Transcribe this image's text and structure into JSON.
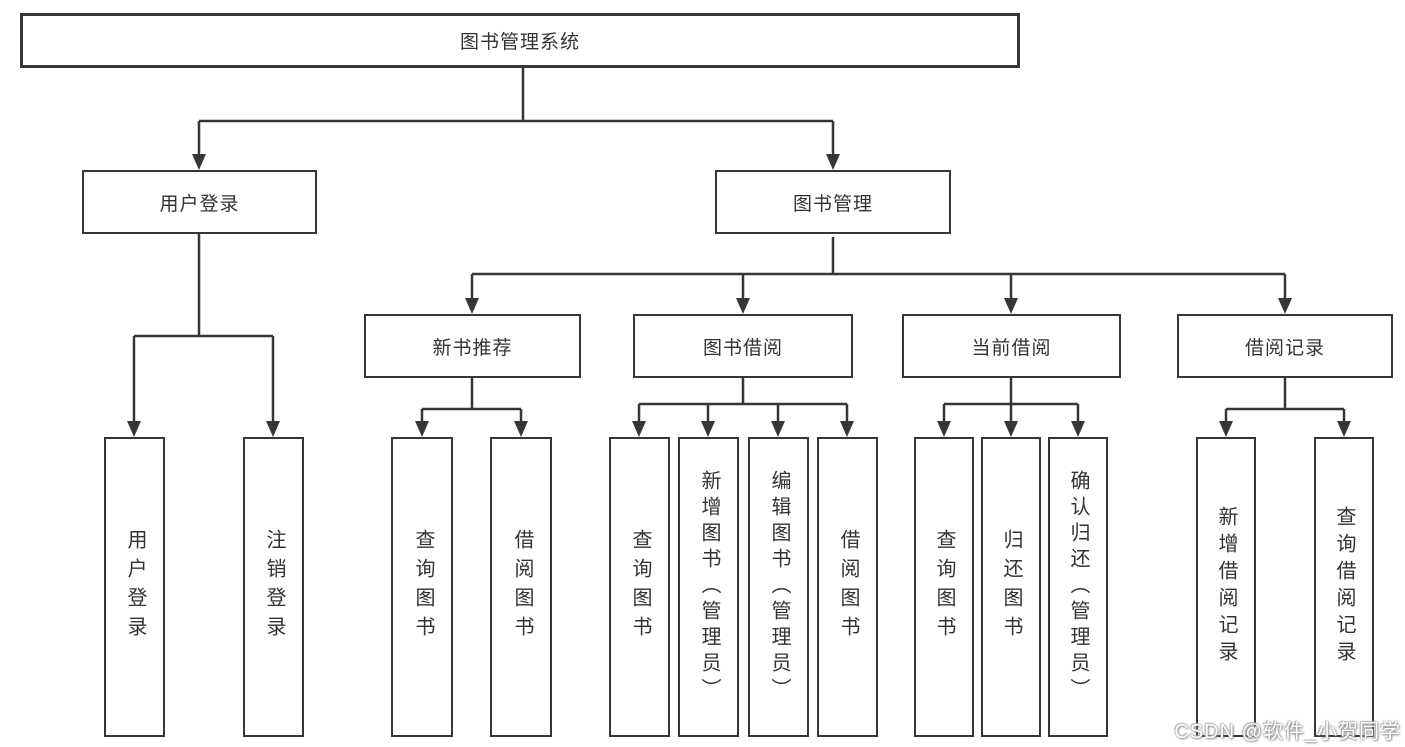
{
  "colors": {
    "line": "#363636",
    "text": "#333333",
    "background": "#ffffff",
    "watermark_fill": "#ffffff",
    "watermark_shadow": "#8f8f8f"
  },
  "tree": {
    "root_label": "图书管理系统",
    "branches": [
      {
        "label": "用户登录",
        "leaves": [
          "用户登录",
          "注销登录"
        ]
      },
      {
        "label": "图书管理",
        "groups": [
          {
            "label": "新书推荐",
            "leaves": [
              "查询图书",
              "借阅图书"
            ]
          },
          {
            "label": "图书借阅",
            "leaves": [
              "查询图书",
              "新增图书（管理员）",
              "编辑图书（管理员）",
              "借阅图书"
            ]
          },
          {
            "label": "当前借阅",
            "leaves": [
              "查询图书",
              "归还图书",
              "确认归还（管理员）"
            ]
          },
          {
            "label": "借阅记录",
            "leaves": [
              "新增借阅记录",
              "查询借阅记录"
            ]
          }
        ]
      }
    ]
  },
  "watermark": "CSDN @软件_小贺同学"
}
